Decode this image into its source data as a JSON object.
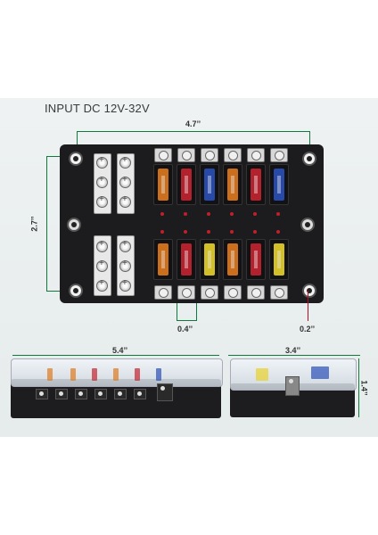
{
  "title": "INPUT DC 12V-32V",
  "dimensions": {
    "width_top": "4.7’’",
    "height_left": "2.7’’",
    "fuse_pitch": "0.4’’",
    "terminal_hole": "0.2’’",
    "side_length": "5.4’’",
    "end_width": "3.4’’",
    "end_height": "1.4’’"
  },
  "colors": {
    "dimension_line": "#0f7a3c",
    "highlight_line": "#b01020"
  },
  "fuses_top": [
    "#e07a1e",
    "#c4232f",
    "#2a4fb8",
    "#e07a1e",
    "#c4232f",
    "#2a4fb8"
  ],
  "fuses_bottom": [
    "#e07a1e",
    "#c4232f",
    "#e8d22a",
    "#e07a1e",
    "#c4232f",
    "#e8d22a"
  ]
}
